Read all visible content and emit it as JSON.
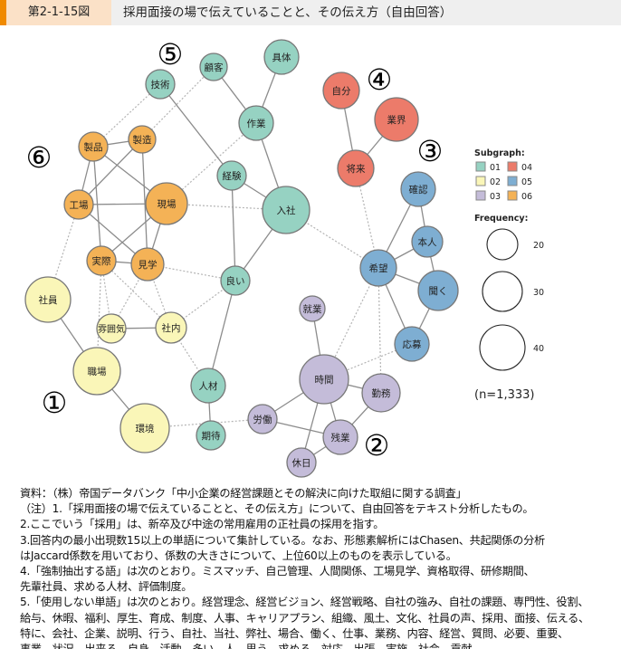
{
  "header": {
    "figure_number": "第2-1-15図",
    "title": "採用面接の場で伝えていることと、その伝え方（自由回答）"
  },
  "network": {
    "nodes": [
      {
        "id": "技術",
        "group": "01"
      },
      {
        "id": "顧客",
        "group": "01"
      },
      {
        "id": "具体",
        "group": "01"
      },
      {
        "id": "作業",
        "group": "01"
      },
      {
        "id": "経験",
        "group": "01"
      },
      {
        "id": "入社",
        "group": "01"
      },
      {
        "id": "良い",
        "group": "01"
      },
      {
        "id": "人材",
        "group": "01"
      },
      {
        "id": "期待",
        "group": "01"
      },
      {
        "id": "社員",
        "group": "02"
      },
      {
        "id": "雰囲気",
        "group": "02"
      },
      {
        "id": "社内",
        "group": "02"
      },
      {
        "id": "職場",
        "group": "02"
      },
      {
        "id": "環境",
        "group": "02"
      },
      {
        "id": "就業",
        "group": "03"
      },
      {
        "id": "時間",
        "group": "03"
      },
      {
        "id": "勤務",
        "group": "03"
      },
      {
        "id": "労働",
        "group": "03"
      },
      {
        "id": "残業",
        "group": "03"
      },
      {
        "id": "休日",
        "group": "03"
      },
      {
        "id": "自分",
        "group": "04"
      },
      {
        "id": "業界",
        "group": "04"
      },
      {
        "id": "将来",
        "group": "04"
      },
      {
        "id": "確認",
        "group": "05"
      },
      {
        "id": "本人",
        "group": "05"
      },
      {
        "id": "希望",
        "group": "05"
      },
      {
        "id": "聞く",
        "group": "05"
      },
      {
        "id": "応募",
        "group": "05"
      },
      {
        "id": "製品",
        "group": "06"
      },
      {
        "id": "製造",
        "group": "06"
      },
      {
        "id": "工場",
        "group": "06"
      },
      {
        "id": "現場",
        "group": "06"
      },
      {
        "id": "実際",
        "group": "06"
      },
      {
        "id": "見学",
        "group": "06"
      }
    ],
    "edges_solid": [
      [
        "技術",
        "経験"
      ],
      [
        "顧客",
        "作業"
      ],
      [
        "具体",
        "作業"
      ],
      [
        "作業",
        "入社"
      ],
      [
        "経験",
        "入社"
      ],
      [
        "経験",
        "良い"
      ],
      [
        "入社",
        "良い"
      ],
      [
        "良い",
        "人材"
      ],
      [
        "人材",
        "期待"
      ],
      [
        "製品",
        "製造"
      ],
      [
        "製品",
        "工場"
      ],
      [
        "製品",
        "現場"
      ],
      [
        "製品",
        "実際"
      ],
      [
        "製造",
        "工場"
      ],
      [
        "製造",
        "見学"
      ],
      [
        "工場",
        "現場"
      ],
      [
        "工場",
        "見学"
      ],
      [
        "現場",
        "実際"
      ],
      [
        "現場",
        "見学"
      ],
      [
        "実際",
        "見学"
      ],
      [
        "社員",
        "職場"
      ],
      [
        "職場",
        "環境"
      ],
      [
        "雰囲気",
        "社内"
      ],
      [
        "自分",
        "将来"
      ],
      [
        "業界",
        "将来"
      ],
      [
        "確認",
        "希望"
      ],
      [
        "確認",
        "本人"
      ],
      [
        "本人",
        "希望"
      ],
      [
        "本人",
        "聞く"
      ],
      [
        "希望",
        "聞く"
      ],
      [
        "希望",
        "応募"
      ],
      [
        "聞く",
        "応募"
      ],
      [
        "就業",
        "時間"
      ],
      [
        "時間",
        "勤務"
      ],
      [
        "時間",
        "労働"
      ],
      [
        "時間",
        "残業"
      ],
      [
        "時間",
        "休日"
      ],
      [
        "労働",
        "残業"
      ],
      [
        "勤務",
        "残業"
      ],
      [
        "残業",
        "休日"
      ]
    ],
    "edges_dashed": [
      [
        "技術",
        "製品"
      ],
      [
        "顧客",
        "製造"
      ],
      [
        "作業",
        "現場"
      ],
      [
        "現場",
        "入社"
      ],
      [
        "入社",
        "希望"
      ],
      [
        "将来",
        "希望"
      ],
      [
        "見学",
        "良い"
      ],
      [
        "社内",
        "良い"
      ],
      [
        "社内",
        "人材"
      ],
      [
        "実際",
        "雰囲気"
      ],
      [
        "実際",
        "社内"
      ],
      [
        "見学",
        "雰囲気"
      ],
      [
        "見学",
        "社内"
      ],
      [
        "工場",
        "社員"
      ],
      [
        "実際",
        "職場"
      ],
      [
        "環境",
        "労働"
      ],
      [
        "時間",
        "希望"
      ],
      [
        "時間",
        "応募"
      ],
      [
        "勤務",
        "希望"
      ]
    ],
    "subgraph_labels": [
      "①",
      "②",
      "③",
      "④",
      "⑤",
      "⑥"
    ]
  },
  "legend": {
    "subgraph_title": "Subgraph:",
    "groups": [
      {
        "id": "01",
        "color": "#96d2c2"
      },
      {
        "id": "02",
        "color": "#faf6b8"
      },
      {
        "id": "03",
        "color": "#c4bcd9"
      },
      {
        "id": "04",
        "color": "#ec7b6a"
      },
      {
        "id": "05",
        "color": "#7eaed2"
      },
      {
        "id": "06",
        "color": "#f4b256"
      }
    ],
    "frequency_title": "Frequency:",
    "frequency_values": [
      "20",
      "30",
      "40"
    ],
    "n_label": "(n=1,333)"
  },
  "notes": [
    "資料：（株）帝国データバンク「中小企業の経営課題とその解決に向けた取組に関する調査」",
    "（注）1.「採用面接の場で伝えていることと、その伝え方」について、自由回答をテキスト分析したもの。",
    "2.ここでいう「採用」は、新卒及び中途の常用雇用の正社員の採用を指す。",
    "3.回答内の最小出現数15以上の単語について集計している。なお、形態素解析にはChasen、共起関係の分析",
    "はJaccard係数を用いており、係数の大きさについて、上位60以上のものを表示している。",
    "4.「強制抽出する語」は次のとおり。ミスマッチ、自己管理、人間関係、工場見学、資格取得、研修期間、",
    "先輩社員、求める人材、評価制度。",
    "5.「使用しない単語」は次のとおり。経営理念、経営ビジョン、経営戦略、自社の強み、自社の課題、専門性、役割、",
    "給与、休暇、福利、厚生、育成、制度、人事、キャリアプラン、組織、風土、文化、社員の声、採用、面接、伝える、",
    "特に、会社、企業、説明、行う、自社、当社、弊社、場合、働く、仕事、業務、内容、経営、質問、必要、重要、",
    "事業、状況、出来る、自身、活動、多い、人、思う、求める、対応、出張、実施、社会、貢献。"
  ]
}
